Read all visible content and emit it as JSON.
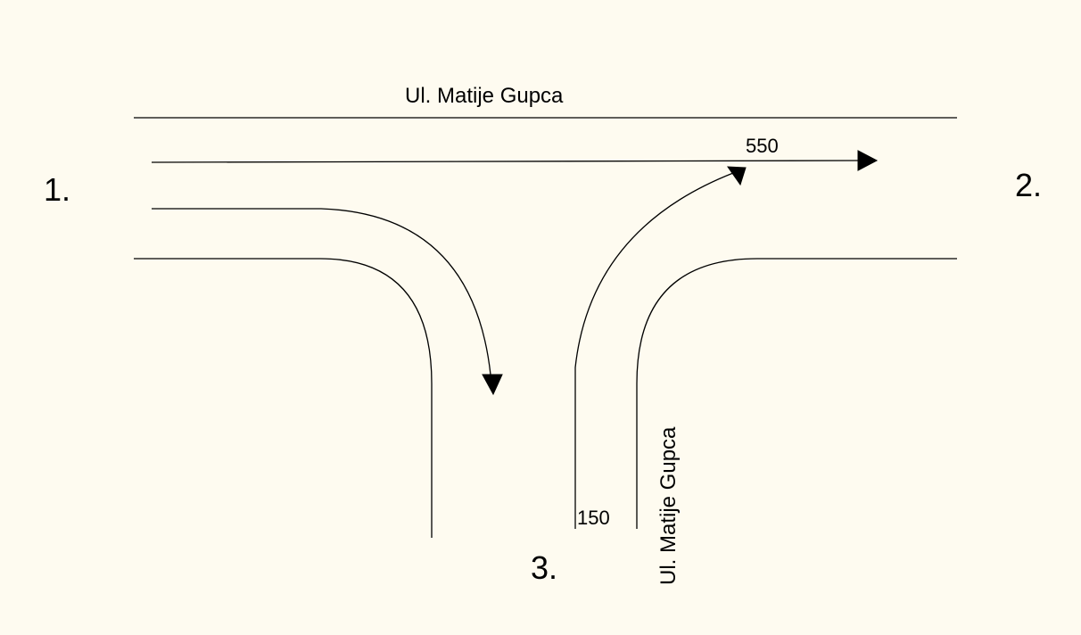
{
  "colors": {
    "background": "#fefbf0",
    "line": "#000000"
  },
  "diagram": {
    "streets": {
      "main_street_name": "Ul. Matije Gupca",
      "side_street_name": "Ul. Matije Gupca"
    },
    "nodes": {
      "west": "1.",
      "east": "2.",
      "south": "3."
    },
    "flows": {
      "west_to_east": "550",
      "south_to_east": "150"
    },
    "icons": [
      "arrow-head-icon"
    ]
  }
}
